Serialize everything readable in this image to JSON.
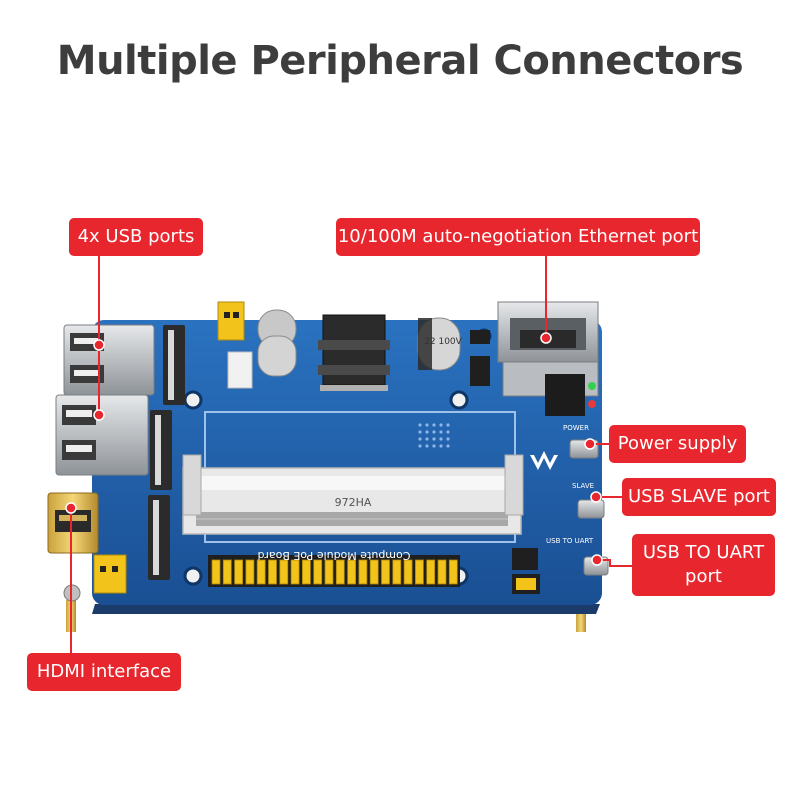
{
  "title": "Multiple Peripheral Connectors",
  "callouts": {
    "usb": "4x USB ports",
    "ethernet": "10/100M auto-negotiation Ethernet port",
    "power": "Power supply",
    "usb_slave": "USB SLAVE port",
    "usb_uart_line1": "USB TO UART",
    "usb_uart_line2": "port",
    "hdmi": "HDMI interface"
  },
  "board_text": {
    "chip_label": "972HA",
    "silkscreen": "Compute Module PoE Board",
    "cap_label": "22 100V",
    "pwr_label": "POWER",
    "slave_label": "SLAVE",
    "uart_label": "USB TO UART"
  },
  "colors": {
    "callout_bg": "#e8262d",
    "board": "#1e5fa8",
    "title": "#3d3d3d"
  }
}
